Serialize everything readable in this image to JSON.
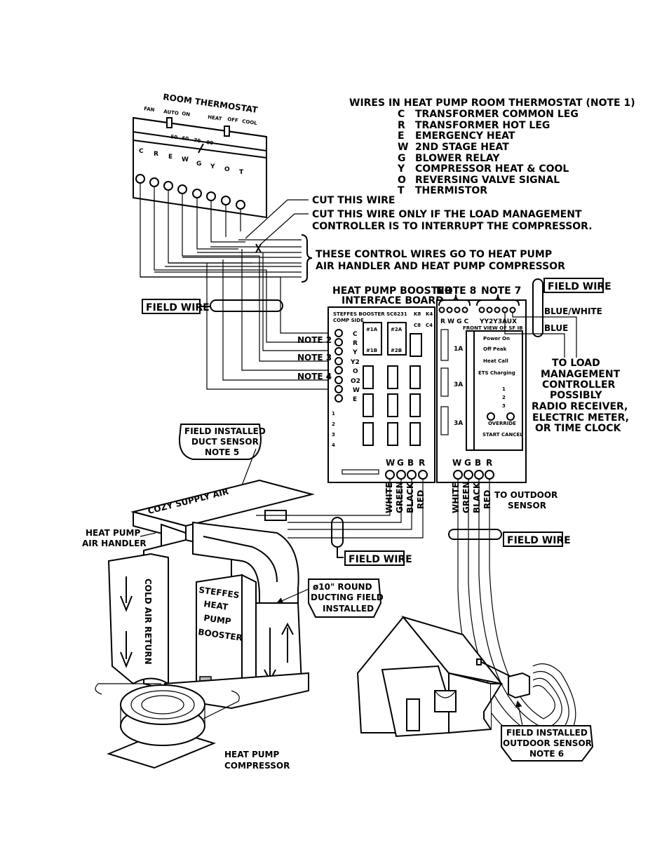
{
  "thermostat": {
    "title": "ROOM THERMOSTAT",
    "fan": "FAN",
    "auto": "AUTO",
    "on": "ON",
    "heat": "HEAT",
    "off": "OFF",
    "cool": "COOL",
    "scale": [
      "50",
      "60",
      "70",
      "80"
    ],
    "terminals": [
      "C",
      "R",
      "E",
      "W",
      "G",
      "Y",
      "O",
      "T"
    ]
  },
  "legend": {
    "title": "WIRES IN HEAT PUMP ROOM THERMOSTAT (NOTE 1)",
    "items": [
      {
        "code": "C",
        "desc": "TRANSFORMER COMMON LEG"
      },
      {
        "code": "R",
        "desc": "TRANSFORMER HOT LEG"
      },
      {
        "code": "E",
        "desc": "EMERGENCY HEAT"
      },
      {
        "code": "W",
        "desc": "2ND STAGE HEAT"
      },
      {
        "code": "G",
        "desc": "BLOWER RELAY"
      },
      {
        "code": "Y",
        "desc": "COMPRESSOR HEAT & COOL"
      },
      {
        "code": "O",
        "desc": "REVERSING VALVE SIGNAL"
      },
      {
        "code": "T",
        "desc": "THERMISTOR"
      }
    ]
  },
  "notes": {
    "cut_wire": "CUT THIS WIRE",
    "cut_only_1": "CUT THIS WIRE ONLY IF THE LOAD MANAGEMENT",
    "cut_only_2": "CONTROLLER IS TO INTERRUPT THE COMPRESSOR.",
    "control_1": "THESE CONTROL WIRES GO TO HEAT PUMP",
    "control_2": "AIR HANDLER AND HEAT PUMP COMPRESSOR",
    "field_wire": "FIELD WIRE",
    "board_title_1": "HEAT PUMP BOOSTER",
    "board_title_2": "INTERFACE BOARD",
    "note8": "NOTE 8",
    "note7": "NOTE 7",
    "note2": "NOTE 2",
    "note3": "NOTE 3",
    "note4": "NOTE 4",
    "blue_white": "BLUE/WHITE",
    "blue": "BLUE",
    "load_1": "TO LOAD",
    "load_2": "MANAGEMENT",
    "load_3": "CONTROLLER",
    "load_4": "POSSIBLY",
    "load_5": "RADIO RECEIVER,",
    "load_6": "ELECTRIC METER,",
    "load_7": "OR TIME CLOCK",
    "duct_1": "FIELD INSTALLED",
    "duct_2": "DUCT SENSOR",
    "duct_3": "NOTE 5",
    "supply_air": "COZY SUPPLY AIR",
    "air_handler_1": "HEAT PUMP",
    "air_handler_2": "AIR HANDLER",
    "return_air": "COLD AIR RETURN",
    "booster_1": "STEFFES",
    "booster_2": "HEAT",
    "booster_3": "PUMP",
    "booster_4": "BOOSTER",
    "ducting_1": "ø10\" ROUND",
    "ducting_2": "DUCTING FIELD",
    "ducting_3": "INSTALLED",
    "compressor_1": "HEAT PUMP",
    "compressor_2": "COMPRESSOR",
    "outdoor_1": "TO OUTDOOR",
    "outdoor_2": "SENSOR",
    "osensor_1": "FIELD INSTALLED",
    "osensor_2": "OUTDOOR SENSOR",
    "osensor_3": "NOTE 6"
  },
  "board": {
    "header_1": "STEFFES BOOSTER SC6231",
    "header_2": "COMP SIDE",
    "k8": "K8",
    "k4": "K4",
    "c8": "C8",
    "c4": "C4",
    "relay_a": [
      "#1A",
      "#1B"
    ],
    "relay_b": [
      "#2A",
      "#2B"
    ],
    "terminals": [
      "C",
      "R",
      "Y",
      "Y2",
      "O",
      "O2",
      "W",
      "E"
    ],
    "leds": [
      "1",
      "2",
      "3",
      "4"
    ],
    "bottom_terms": [
      "W",
      "G",
      "B",
      "R"
    ],
    "wire_colors": [
      "WHITE",
      "GREEN",
      "BLACK",
      "RED"
    ]
  },
  "front_board": {
    "top_left_terms": "R W G C",
    "top_right_terms": "YY2Y3AUX",
    "front_view": "FRONT VIEW OF SF IB",
    "fuses": [
      "1A",
      "3A",
      "3A"
    ],
    "panel_items": [
      "Power On",
      "Off Peak",
      "Heat Call",
      "ETS Charging"
    ],
    "stages": [
      "1",
      "2",
      "3"
    ],
    "override": "OVERRIDE",
    "start_cancel": "START CANCEL",
    "bottom_terms": [
      "W",
      "G",
      "B",
      "R"
    ],
    "wire_colors": [
      "WHITE",
      "GREEN",
      "BLACK",
      "RED"
    ]
  }
}
